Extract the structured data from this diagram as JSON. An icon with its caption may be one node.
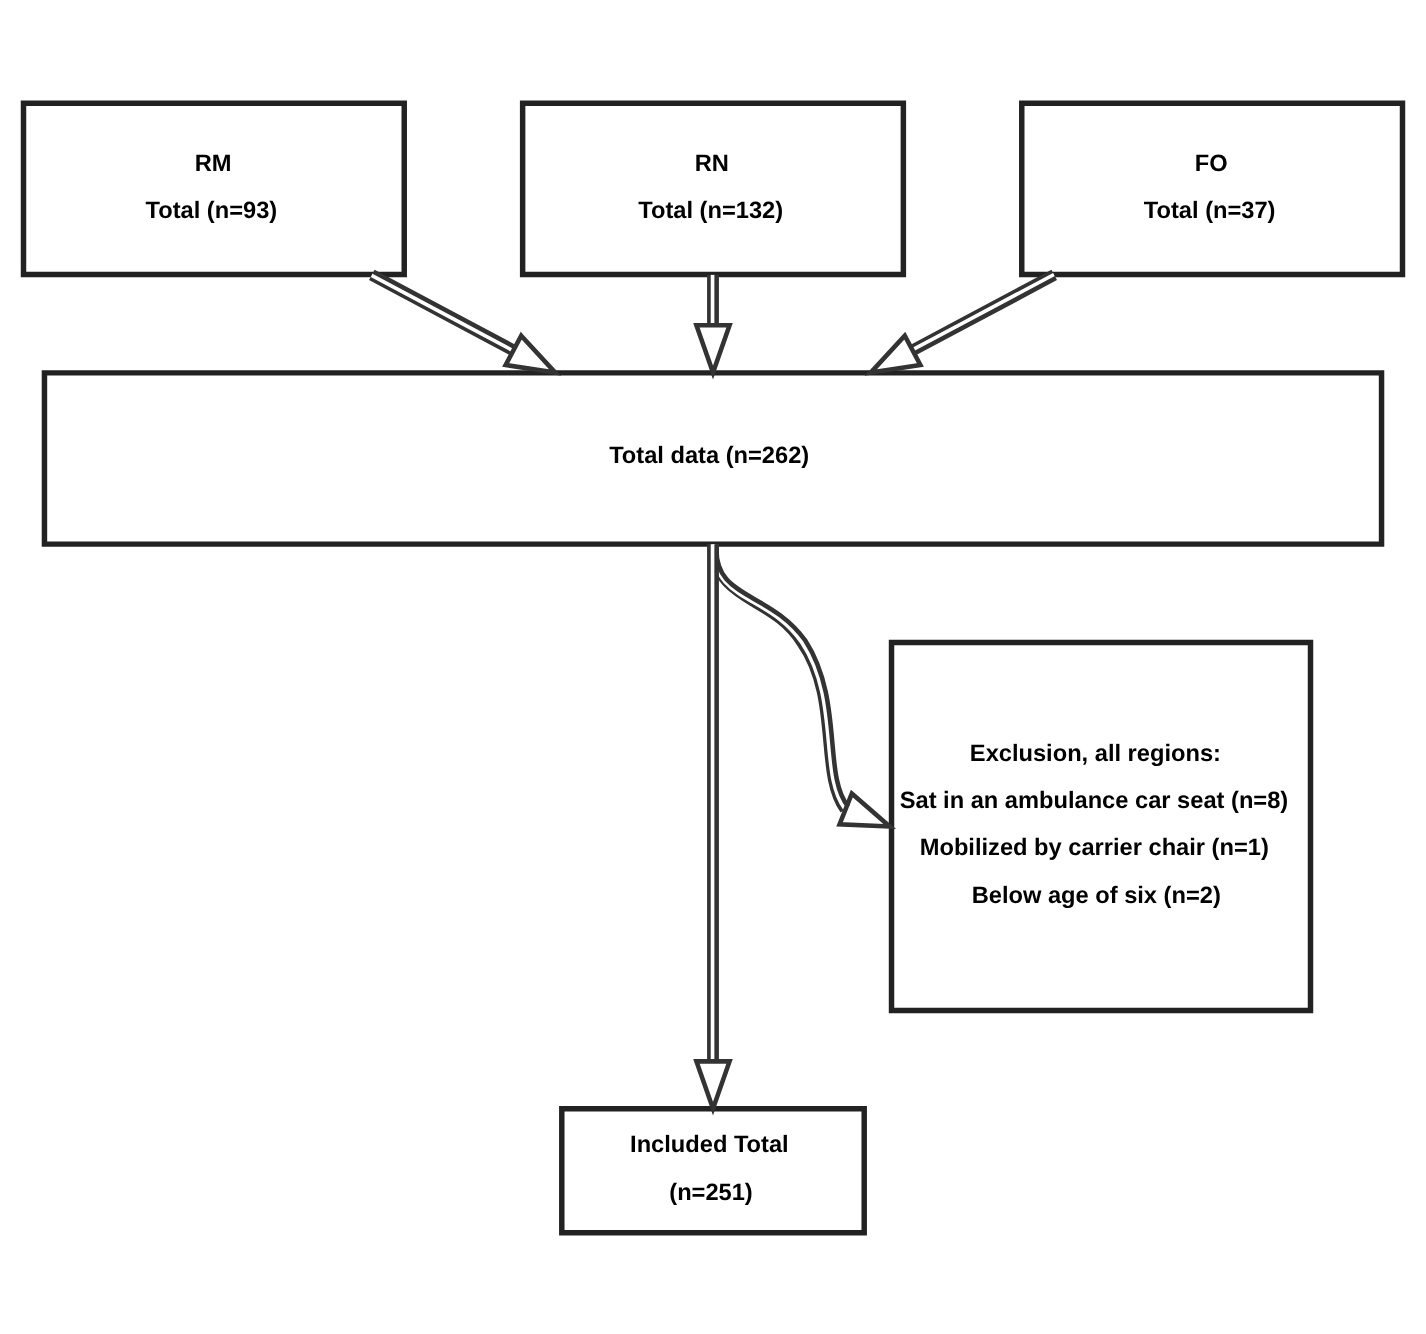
{
  "diagram": {
    "nodes": [
      {
        "text": [
          "RM",
          "Total (n=93)"
        ]
      },
      {
        "text": [
          "RN",
          "Total (n=132)"
        ]
      },
      {
        "text": [
          "FO",
          "Total (n=37)"
        ]
      },
      {
        "text": [
          "Total data (n=262)"
        ]
      },
      {
        "text": [
          "Exclusion, all regions:",
          "Sat in an ambulance car seat (n=8)",
          "Mobilized by carrier chair (n=1)",
          "Below age of six (n=2)"
        ]
      },
      {
        "text": [
          "Included Total",
          "(n=251)"
        ]
      }
    ],
    "edges": [
      {
        "from": 0,
        "to": 3,
        "arrow": "to"
      },
      {
        "from": 1,
        "to": 3,
        "arrow": "to"
      },
      {
        "from": 2,
        "to": 3,
        "arrow": "to"
      },
      {
        "from": 3,
        "to": 5,
        "arrow": "to"
      },
      {
        "from": 3,
        "to": 4,
        "arrow": "to"
      }
    ]
  }
}
